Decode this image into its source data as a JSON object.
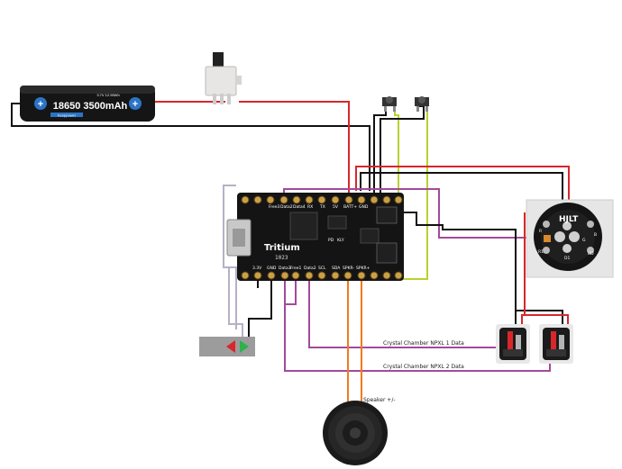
{
  "battery": {
    "brand": "Keeppower",
    "model": "18650 3500mAh",
    "detail": "3.7V 12.95Wh"
  },
  "board": {
    "name": "Tritium",
    "version": "1023",
    "top_pins": [
      "Free3",
      "Data2",
      "Data4",
      "RX",
      "TX",
      "5V",
      "BATT+",
      "GND",
      "",
      "",
      ""
    ],
    "bottom_pins": [
      "",
      "3.3V",
      "GND",
      "Data3",
      "Free1",
      "Data2",
      "SCL",
      "SDA",
      "SPKR-",
      "SPKR+",
      "",
      ""
    ],
    "tags": [
      "PD",
      "KLY"
    ]
  },
  "led": {
    "title": "HJLT",
    "labels": [
      "R",
      "G",
      "B",
      "R1",
      "D1",
      "BD"
    ]
  },
  "connections": {
    "npxl1": "Crystal Chamber NPXL 1 Data",
    "npxl2": "Crystal Chamber NPXL 2 Data",
    "speaker": "Speaker +/-"
  },
  "colors": {
    "red": "#d9262b",
    "black": "#111111",
    "green": "#b6d330",
    "purple": "#a24a9b",
    "orange": "#f07a1c",
    "grey": "#b7b0c8"
  }
}
